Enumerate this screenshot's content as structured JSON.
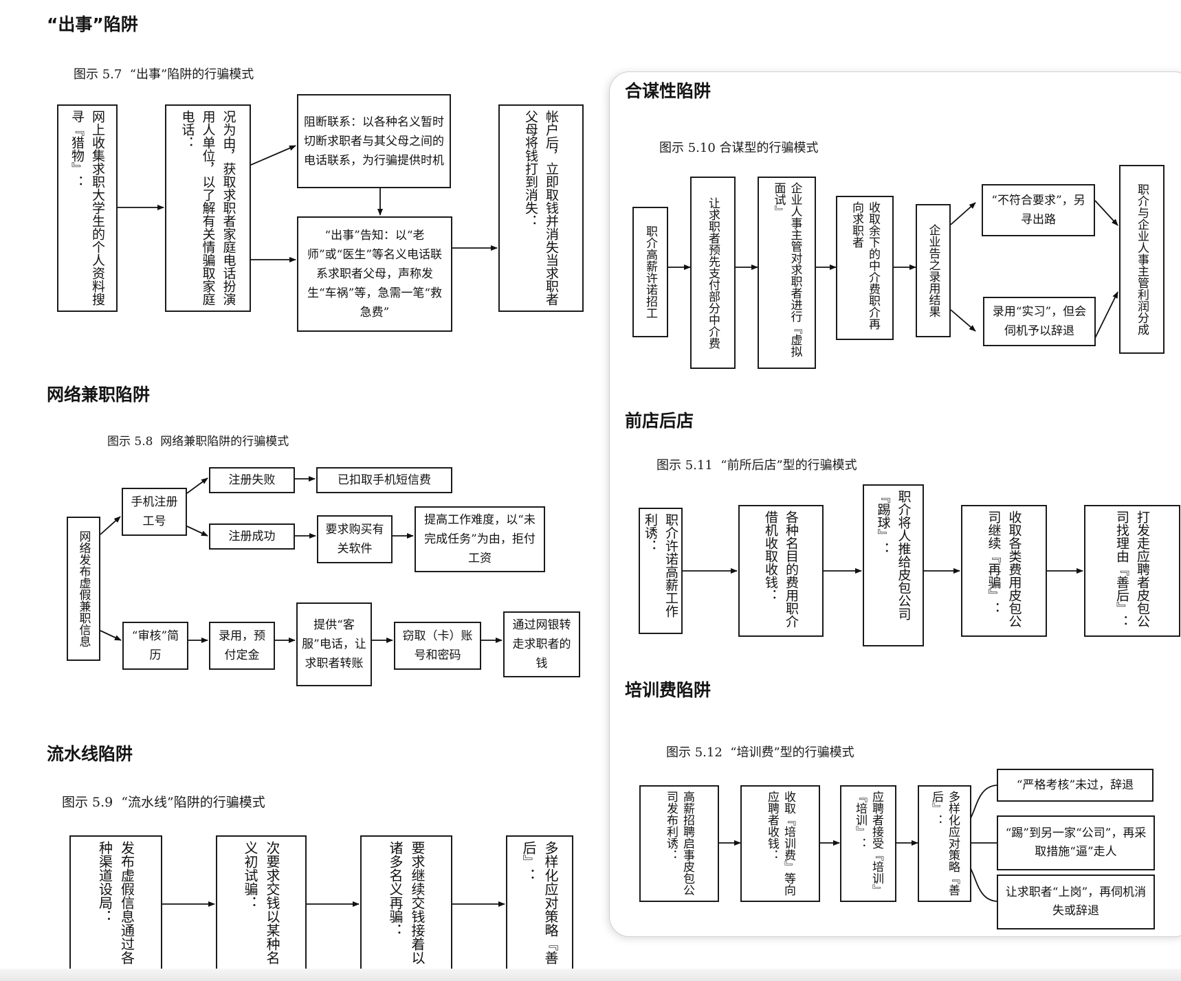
{
  "sections": {
    "s1": {
      "heading": "“出事”陷阱",
      "caption": "图示 5.7  “出事”陷阱的行骗模式",
      "b1": "网上收集求职大学生的个人资料搜寻『猎物』：",
      "b2": "况为由，获取求职者家庭电话扮演用人单位，以了解有关情骗取家庭电话：",
      "b3": "阻断联系：以各种名义暂时切断求职者与其父母之间的电话联系，为行骗提供时机",
      "b4": "“出事”告知：以“老师”或“医生”等名义电话联系求职者父母，声称发生“车祸”等，急需一笔“救急费”",
      "b5": "帐户后，立即取钱并消失当求职者父母将钱打到消失："
    },
    "s2": {
      "heading": "网络兼职陷阱",
      "caption": "图示 5.8  网络兼职陷阱的行骗模式",
      "b1": "网络发布虚假兼职信息",
      "b2": "手机注册工号",
      "b3": "注册失败",
      "b4": "已扣取手机短信费",
      "b5": "注册成功",
      "b6": "要求购买有关软件",
      "b7": "提高工作难度，以“未完成任务”为由，拒付工资",
      "b8": "“审核”简历",
      "b9": "录用，预付定金",
      "b10": "提供“客服”电话，让求职者转账",
      "b11": "窃取（卡）账号和密码",
      "b12": "通过网银转走求职者的钱"
    },
    "s3": {
      "heading": "流水线陷阱",
      "caption": "图示 5.9  “流水线”陷阱的行骗模式",
      "b1": "发布虚假信息通过各种渠道设局：",
      "b2": "次要求交钱以某种名义初试骗：",
      "b3": "要求继续交钱接着以诸多名义再骗：",
      "b4": "多样化应对策略『善后』："
    },
    "s4": {
      "heading": "合谋性陷阱",
      "caption": "图示 5.10 合谋型的行骗模式",
      "b1": "职介高薪许诺招工",
      "b2": "让求职者预先支付部分中介费",
      "b3": "企业人事主管对求职者进行『虚拟面试』",
      "b4": "收取余下的中介费职介再向求职者",
      "b5": "企业告之录用结果",
      "b6": "“不符合要求”，另寻出路",
      "b7": "录用“实习”，但会伺机予以辞退",
      "b8": "职介与企业人事主管利润分成"
    },
    "s5": {
      "heading": "前店后店",
      "caption": "图示 5.11  “前所后店”型的行骗模式",
      "b1": "职介许诺高薪工作利诱：",
      "b2": "各种名目的费用职介借机收取收钱：",
      "b3": "职介将人推给皮包公司『踢球』：",
      "b4": "收取各类费用皮包公司继续『再骗』：",
      "b5": "打发走应聘者皮包公司找理由『善后』："
    },
    "s6": {
      "heading": "培训费陷阱",
      "caption": "图示 5.12  “培训费”型的行骗模式",
      "b1": "高薪招聘启事皮包公司发布利诱：",
      "b2": "收取『培训费』等向应聘者收钱：",
      "b3": "应聘者接受『培训』『培训』：",
      "b4": "多样化应对策略『善后』：",
      "b5": "“严格考核”未过，辞退",
      "b6": "“踢”到另一家“公司”，再采取措施“逼”走人",
      "b7": "让求职者“上岗”，再伺机消失或辞退"
    }
  }
}
